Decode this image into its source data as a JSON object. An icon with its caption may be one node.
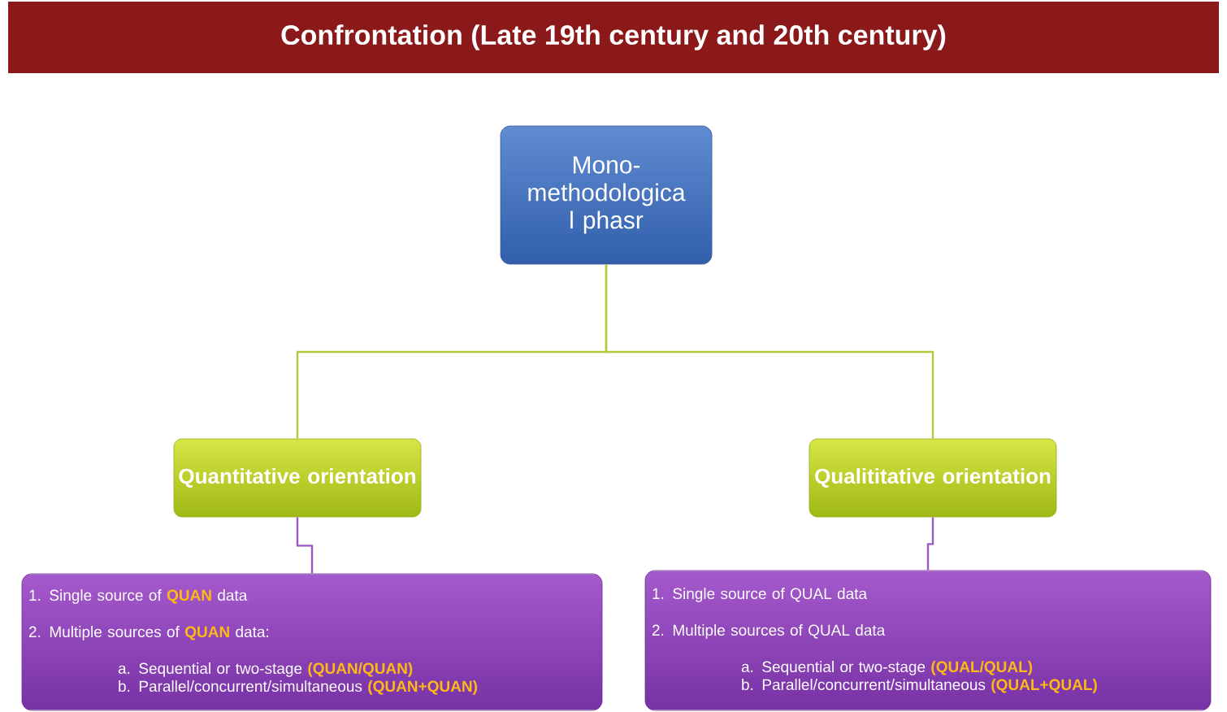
{
  "diagram": {
    "title": "Confrontation (Late 19th century and 20th century)",
    "nodes": [
      {
        "text": [
          "Mono-methodologica l phasr"
        ]
      },
      {
        "text": [
          "Quantitative orientation"
        ]
      },
      {
        "text": [
          "Qualititative orientation"
        ]
      },
      {
        "text": [
          "1. Single source of **QUAN** data",
          "2. Multiple sources of **QUAN** data:",
          "a. Sequential or two-stage **(QUAN/QUAN)**",
          "b. Parallel/concurrent/simultaneous **(QUAN+QUAN)**"
        ]
      },
      {
        "text": [
          "1. Single source of QUAL data",
          "2. Multiple sources of QUAL data",
          "a. Sequential or two-stage **(QUAL/QUAL)**",
          "b. Parallel/concurrent/simultaneous **(QUAL+QUAL)**"
        ]
      }
    ],
    "edges": [
      {
        "from": 0,
        "to": 1,
        "arrow": "none"
      },
      {
        "from": 0,
        "to": 2,
        "arrow": "none"
      },
      {
        "from": 1,
        "to": 3,
        "arrow": "none",
        "color": "#9b59c6"
      },
      {
        "from": 2,
        "to": 4,
        "arrow": "none",
        "color": "#9b59c6"
      }
    ]
  }
}
